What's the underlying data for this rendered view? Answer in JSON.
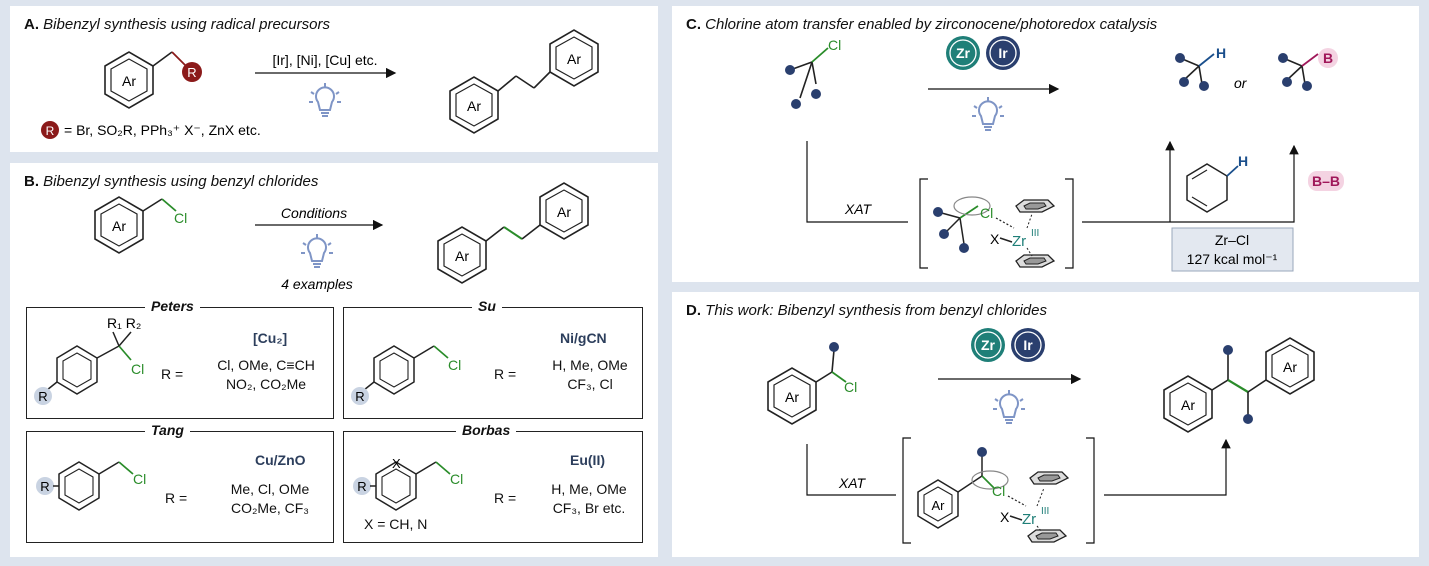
{
  "panel_a": {
    "letter": "A.",
    "title": "Bibenzyl synthesis using radical precursors",
    "conditions": "[Ir], [Ni], [Cu] etc.",
    "r_label": "R",
    "r_definition": "= Br, SO₂R, PPh₃⁺ X⁻, ZnX etc.",
    "ar": "Ar"
  },
  "panel_b": {
    "letter": "B.",
    "title": "Bibenzyl synthesis using benzyl chlorides",
    "conditions": "Conditions",
    "examples": "4 examples",
    "cl": "Cl",
    "ar": "Ar",
    "boxes": [
      {
        "name": "Peters",
        "catalyst": "[Cu₂]",
        "r_eq": "R  =",
        "r_values": [
          "Cl, OMe, C≡CH",
          "NO₂, CO₂Me"
        ],
        "substituent": "R₁ R₂"
      },
      {
        "name": "Su",
        "catalyst": "Ni/gCN",
        "r_eq": "R  =",
        "r_values": [
          "H, Me, OMe",
          "CF₃, Cl"
        ]
      },
      {
        "name": "Tang",
        "catalyst": "Cu/ZnO",
        "r_eq": "R  =",
        "r_values": [
          "Me, Cl, OMe",
          "CO₂Me, CF₃"
        ]
      },
      {
        "name": "Borbas",
        "catalyst": "Eu(II)",
        "r_eq": "R  =",
        "r_values": [
          "H, Me, OMe",
          "CF₃, Br etc."
        ],
        "x_note": "X = CH, N",
        "x_atom": "X"
      }
    ]
  },
  "panel_c": {
    "letter": "C.",
    "title": "Chlorine atom transfer enabled by zirconocene/photoredox catalysis",
    "cl": "Cl",
    "zr": "Zr",
    "ir": "Ir",
    "h": "H",
    "or": "or",
    "b": "B",
    "xat": "XAT",
    "bb": "B–B",
    "x": "X",
    "zr3": "Zr",
    "zr3_sup": "III",
    "bond_label_1": "Zr–Cl",
    "bond_label_2": "127 kcal mol⁻¹"
  },
  "panel_d": {
    "letter": "D.",
    "title": "This work: Bibenzyl synthesis from benzyl chlorides",
    "cl": "Cl",
    "ar": "Ar",
    "zr": "Zr",
    "ir": "Ir",
    "xat": "XAT",
    "x": "X",
    "zr3": "Zr",
    "zr3_sup": "III"
  },
  "colors": {
    "background": "#dde4ee",
    "maroon": "#8b1a1a",
    "green": "#2a8c2a",
    "teal": "#1f7f78",
    "navy": "#2a3f6e",
    "blue": "#1a4f8c",
    "magenta": "#a0185a",
    "gray_box": "#e3e8f0"
  }
}
